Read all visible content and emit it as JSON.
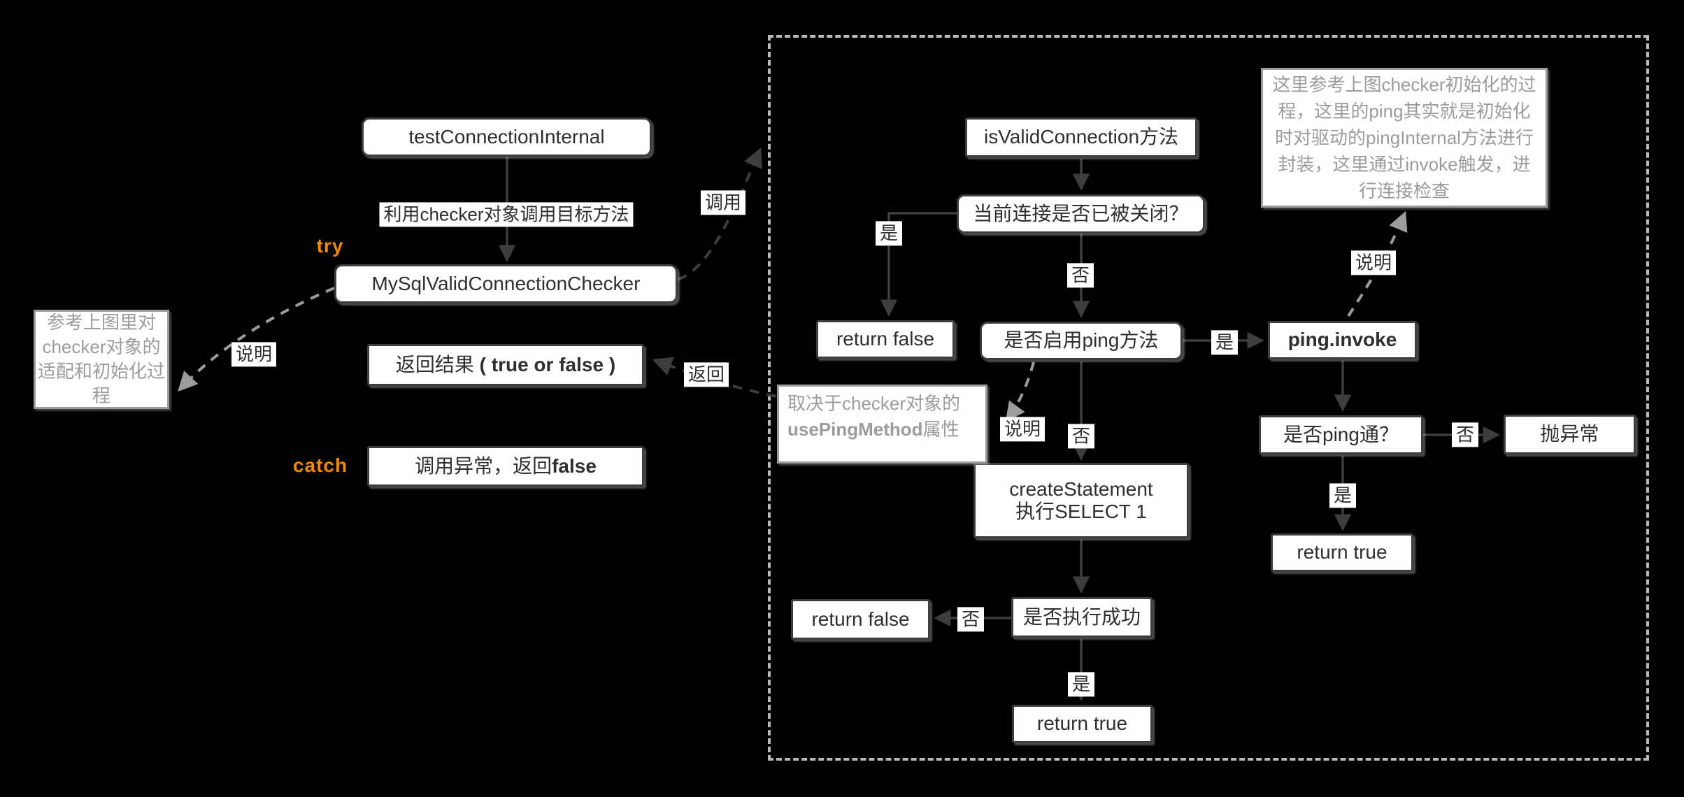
{
  "diagram": {
    "labels": {
      "yes": "是",
      "no": "否",
      "note": "说明",
      "invoke": "调用",
      "return": "返回",
      "try": "try",
      "catch": "catch",
      "use_checker": "利用checker对象调用目标方法"
    },
    "nodes": {
      "test_connection_internal": "testConnectionInternal",
      "checker": "MySqlValidConnectionChecker",
      "return_result": {
        "pre": "返回结果",
        "bold": " ( true or false )"
      },
      "catch_result": {
        "pre": "调用异常，返回",
        "bold": "false"
      },
      "is_valid_connection": "isValidConnection方法",
      "connection_closed_q": "当前连接是否已被关闭？",
      "return_false_1": "return false",
      "use_ping_q": "是否启用ping方法",
      "ping_invoke": "ping.invoke",
      "ping_ok_q": "是否ping通？",
      "throw_exception": "抛异常",
      "return_true_1": "return true",
      "create_statement_line1": "createStatement",
      "create_statement_line2": "执行SELECT 1",
      "exec_ok_q": "是否执行成功",
      "return_false_2": "return false",
      "return_true_2": "return true"
    },
    "notes": {
      "left": "参考上图里对checker对象的适配和初始化过程",
      "middle": {
        "pre": "取决于checker对象的",
        "bold": "usePingMethod",
        "post": "属性"
      },
      "right": "这里参考上图checker初始化的过程，这里的ping其实就是初始化时对驱动的pingInternal方法进行封装，这里通过invoke触发，进行连接检查"
    },
    "colors": {
      "background": "#000000",
      "node_border": "#3d3d3d",
      "node_text": "#2f2f2f",
      "note_gray": "#9c9c9c",
      "accent": "#f28a00",
      "container_border": "#b9b9b9"
    }
  }
}
